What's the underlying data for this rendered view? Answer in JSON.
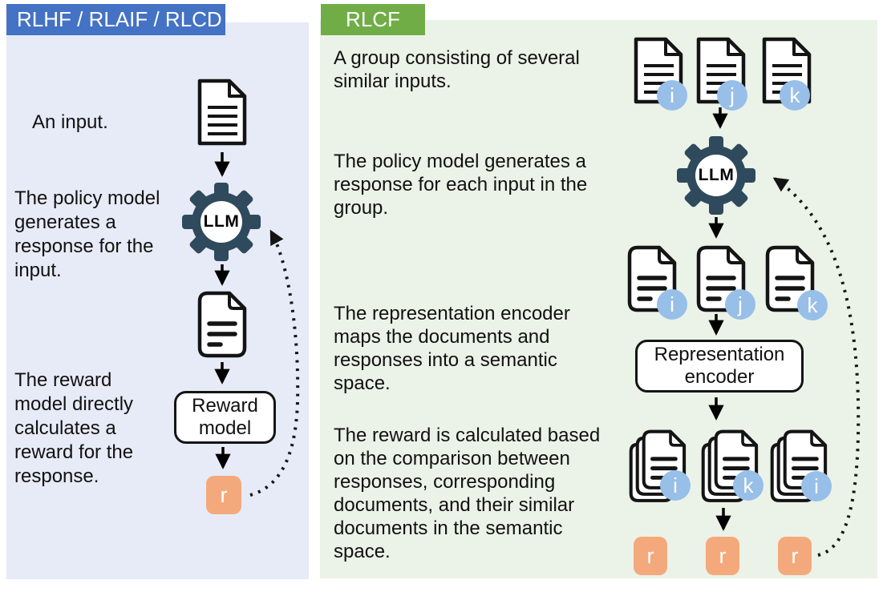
{
  "colors": {
    "left_header_bg": "#4472c4",
    "left_panel_bg": "#e7ebf7",
    "right_header_bg": "#70ad47",
    "right_panel_bg": "#ebf2e7",
    "gear": "#2f4a5d",
    "reward_chip": "#f4a97c",
    "badge": "#97bfe8",
    "text": "#111111"
  },
  "left_panel": {
    "header": "RLHF / RLAIF / RLCD",
    "captions": {
      "input": "An input.",
      "policy": "The policy model generates a response for the input.",
      "reward": "The reward model directly calculates a reward for the response."
    },
    "llm_label": "LLM",
    "reward_model_label": "Reward model",
    "reward_value": "r"
  },
  "right_panel": {
    "header": "RLCF",
    "captions": {
      "group": "A group consisting of several similar inputs.",
      "policy": "The policy model generates a response for each input in the group.",
      "encoder": "The representation encoder maps the documents and responses into a semantic space.",
      "reward": "The reward is calculated based on the comparison between responses, corresponding documents, and their similar documents in the semantic space."
    },
    "llm_label": "LLM",
    "encoder_label": "Representation encoder",
    "input_badges": [
      "i",
      "j",
      "k"
    ],
    "response_badges": [
      "i",
      "j",
      "k"
    ],
    "stack_badges": [
      "i",
      "k",
      "i"
    ],
    "reward_values": [
      "r",
      "r",
      "r"
    ]
  }
}
